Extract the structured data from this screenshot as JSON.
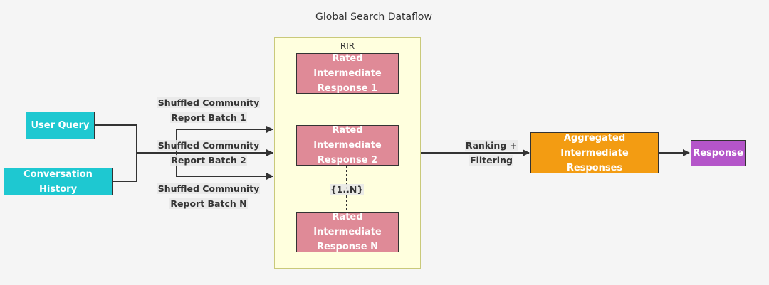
{
  "title": "Global Search Dataflow",
  "cluster": {
    "label": "RIR"
  },
  "nodes": {
    "user_query": "User Query",
    "conversation_history": "Conversation History",
    "rir_1": {
      "line1": "Rated Intermediate",
      "line2": "Response 1"
    },
    "rir_2": {
      "line1": "Rated Intermediate",
      "line2": "Response 2"
    },
    "rir_n": {
      "line1": "Rated Intermediate",
      "line2": "Response N"
    },
    "aggregated": {
      "line1": "Aggregated Intermediate",
      "line2": "Responses"
    },
    "response": "Response"
  },
  "edge_labels": {
    "batch_1": {
      "line1": "Shuffled Community",
      "line2": "Report Batch 1"
    },
    "batch_2": {
      "line1": "Shuffled Community",
      "line2": "Report Batch 2"
    },
    "batch_n": {
      "line1": "Shuffled Community",
      "line2": "Report Batch N"
    },
    "range": "{1..N}",
    "ranking": {
      "line1": "Ranking +",
      "line2": "Filtering"
    }
  },
  "colors": {
    "input_node": "#1ec8d1",
    "rir_node": "#df8a97",
    "aggregated_node": "#f39c12",
    "response_node": "#b455c9",
    "cluster_fill": "#ffffde"
  }
}
